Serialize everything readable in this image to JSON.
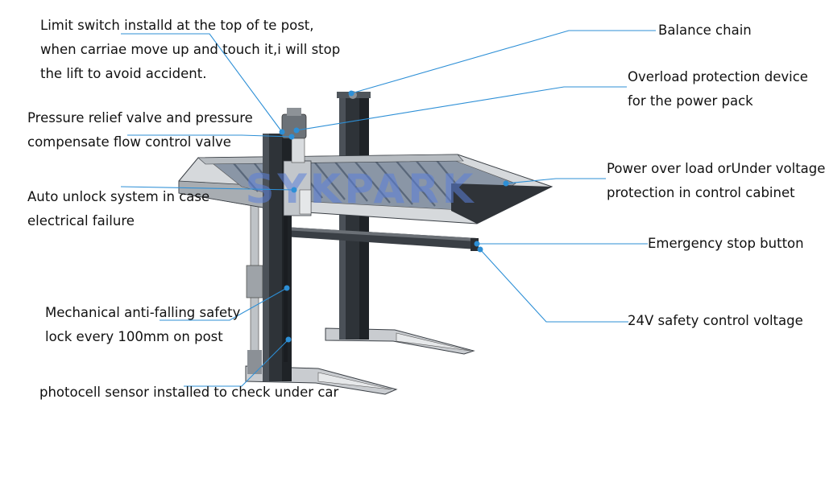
{
  "diagram": {
    "watermark": "SYKPARK",
    "labels": {
      "limit_switch": [
        "Limit switch installd at the top of te post,",
        "when carriae move up and touch it,i will stop",
        "the lift to avoid accident."
      ],
      "pressure_valve": [
        "Pressure relief valve and pressure",
        "compensate flow control valve"
      ],
      "auto_unlock": [
        "Auto unlock system in case",
        "electrical failure"
      ],
      "anti_falling": [
        "Mechanical anti-falling safety",
        "lock every 100mm on post"
      ],
      "photocell": [
        "photocell sensor installed to check under car"
      ],
      "balance_chain": [
        "Balance chain"
      ],
      "overload_power_pack": [
        "Overload protection device",
        "for the power pack"
      ],
      "power_overload": [
        "Power over load orUnder voltage",
        "protection in control cabinet"
      ],
      "emergency_stop": [
        "Emergency stop button"
      ],
      "safety_voltage": [
        "24V safety control voltage"
      ]
    },
    "colors": {
      "leader_line": "#2d8fd6",
      "watermark": "#5b7fd8",
      "post": "#2e3338",
      "platform": "#9aa0a6",
      "slats": "#6b7a8f"
    }
  }
}
